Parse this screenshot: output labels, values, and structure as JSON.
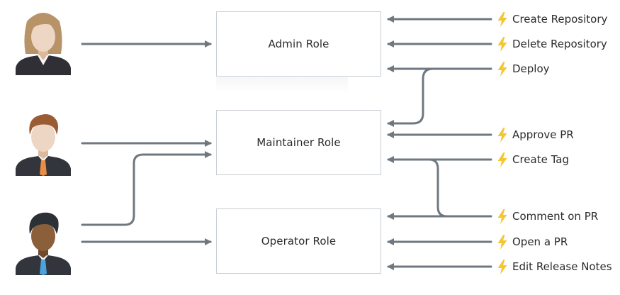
{
  "roles": {
    "admin": "Admin Role",
    "maintainer": "Maintainer Role",
    "operator": "Operator Role"
  },
  "actions": [
    {
      "label": "Create Repository",
      "icon": "lightning-bolt-icon"
    },
    {
      "label": "Delete Repository",
      "icon": "lightning-bolt-icon"
    },
    {
      "label": "Deploy",
      "icon": "lightning-bolt-icon"
    },
    {
      "label": "Approve PR",
      "icon": "lightning-bolt-icon"
    },
    {
      "label": "Create Tag",
      "icon": "lightning-bolt-icon"
    },
    {
      "label": "Comment on PR",
      "icon": "lightning-bolt-icon"
    },
    {
      "label": "Open a PR",
      "icon": "lightning-bolt-icon"
    },
    {
      "label": "Edit Release Notes",
      "icon": "lightning-bolt-icon"
    }
  ],
  "people": [
    {
      "icon": "woman-avatar-icon"
    },
    {
      "icon": "man-avatar-icon"
    },
    {
      "icon": "dark-skinned-man-avatar-icon"
    }
  ],
  "colors": {
    "arrow": "#6f7880",
    "bolt": "#f2c731",
    "box_border": "#c9ced4",
    "text": "#2b2b2b"
  }
}
